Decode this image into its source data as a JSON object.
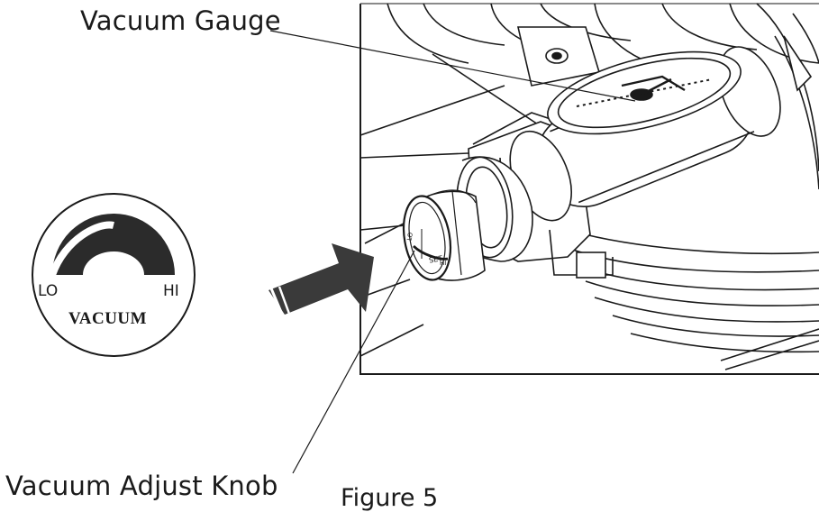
{
  "labels": {
    "vacuum_gauge": "Vacuum Gauge",
    "vacuum_adjust_knob": "Vacuum Adjust Knob",
    "figure_caption": "Figure 5"
  },
  "dial_symbol": {
    "low_label": "LO",
    "high_label": "HI",
    "title": "VACUUM"
  },
  "knob_markings": {
    "low_label": "LO",
    "high_label": "HI",
    "set_text": "SET"
  },
  "colors": {
    "ink": "#1a1a1a",
    "background": "#ffffff",
    "arc_fill": "#2b2b2b",
    "arrow_fill": "#3a3a3a"
  },
  "icons": {
    "dial_symbol": "vacuum-level-dial-icon",
    "pointer": "insertion-arrow-icon"
  }
}
